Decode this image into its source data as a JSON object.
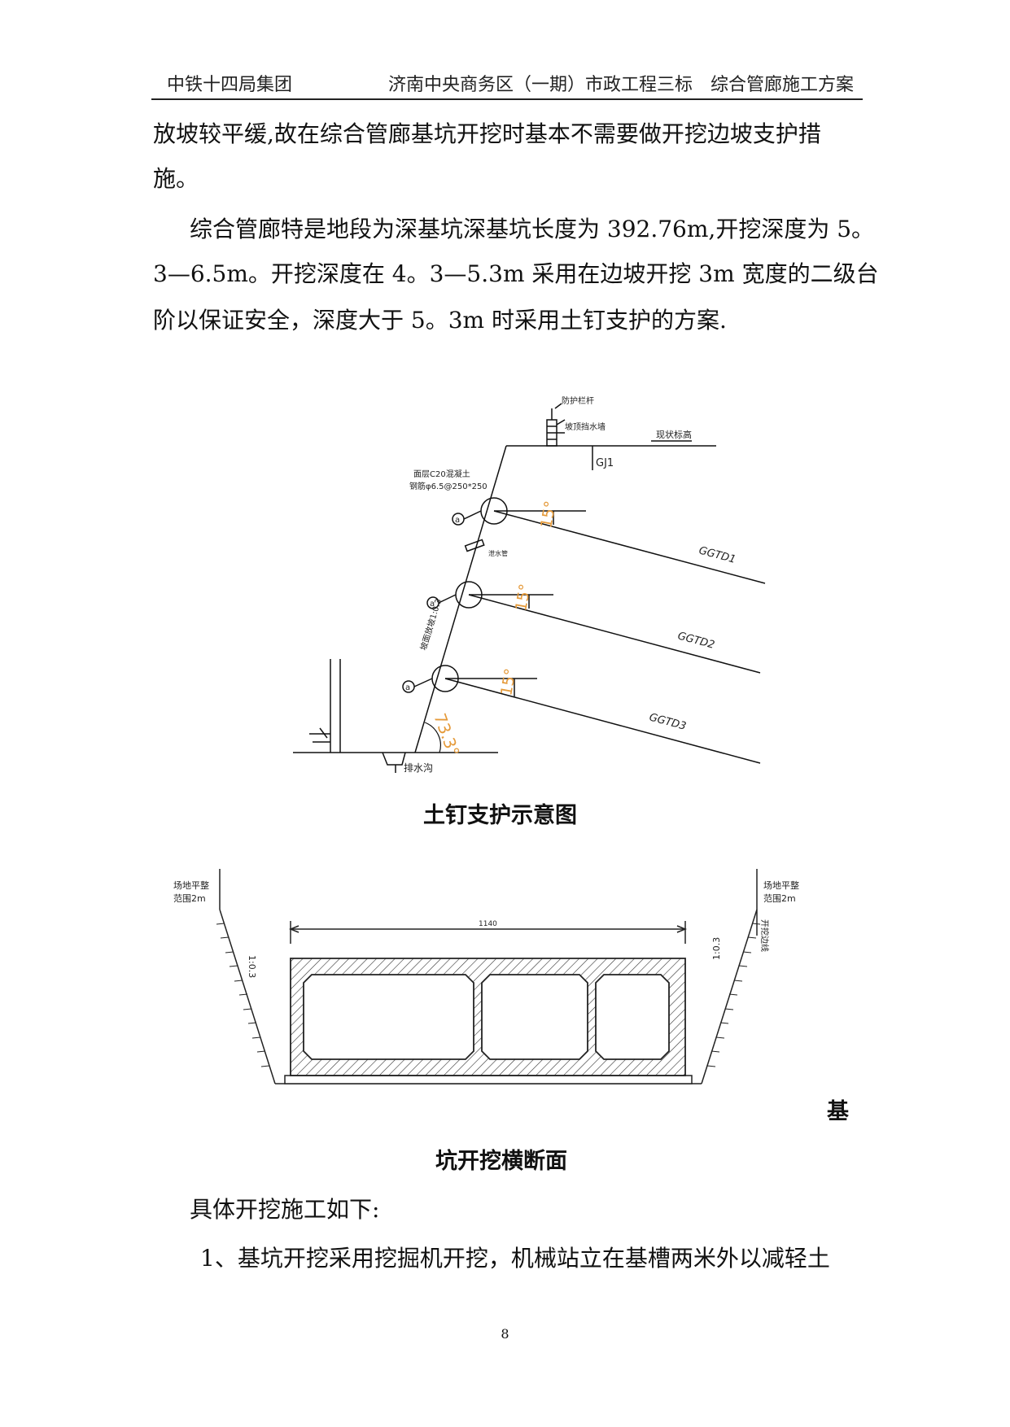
{
  "header": {
    "left": "中铁十四局集团",
    "right": "济南中央商务区（一期）市政工程三标　综合管廊施工方案"
  },
  "paragraphs": {
    "p1_line1": "放坡较平缓,故在综合管廊基坑开挖时基本不需要做开挖边坡支护措",
    "p1_line2": "施。",
    "p2_line1": "综合管廊特是地段为深基坑深基坑长度为 392.76m,开挖深度为 5。",
    "p2_line2": "3—6.5m。开挖深度在 4。3—5.3m 采用在边坡开挖 3m 宽度的二级台",
    "p2_line3": "阶以保证安全，深度大于 5。3m 时采用土钉支护的方案.",
    "p3": "具体开挖施工如下:",
    "p4": "1、基坑开挖采用挖掘机开挖，机械站立在基槽两米外以减轻土"
  },
  "figure1": {
    "caption": "土钉支护示意图",
    "labels": {
      "guardrail": "防护栏杆",
      "retaining_wall": "坡顶挡水墙",
      "ground_level": "现状标高",
      "gj1": "GJ1",
      "facing_1": "面层C20混凝土",
      "facing_2": "钢筋φ6.5@250*250",
      "node_a": "a",
      "drain_pipe": "泄水管",
      "slope_ratio": "坡面放坡1:0.3",
      "nail1": "GGTD1",
      "nail2": "GGTD2",
      "nail3": "GGTD3",
      "angle": "15°",
      "slope_angle": "73.3°",
      "ditch": "排水沟"
    },
    "colors": {
      "angle_annotation": "#e59a3a"
    }
  },
  "figure2": {
    "caption_part1": "基",
    "caption_part2": "坑开挖横断面",
    "labels": {
      "left_top_1": "场地平整",
      "left_top_2": "范围2m",
      "right_top_1": "场地平整",
      "right_top_2": "范围2m",
      "width": "1140",
      "left_slope": "1:0.3",
      "right_slope": "1:0.3",
      "excavation_line": "开挖边线"
    }
  },
  "page_number": "8"
}
